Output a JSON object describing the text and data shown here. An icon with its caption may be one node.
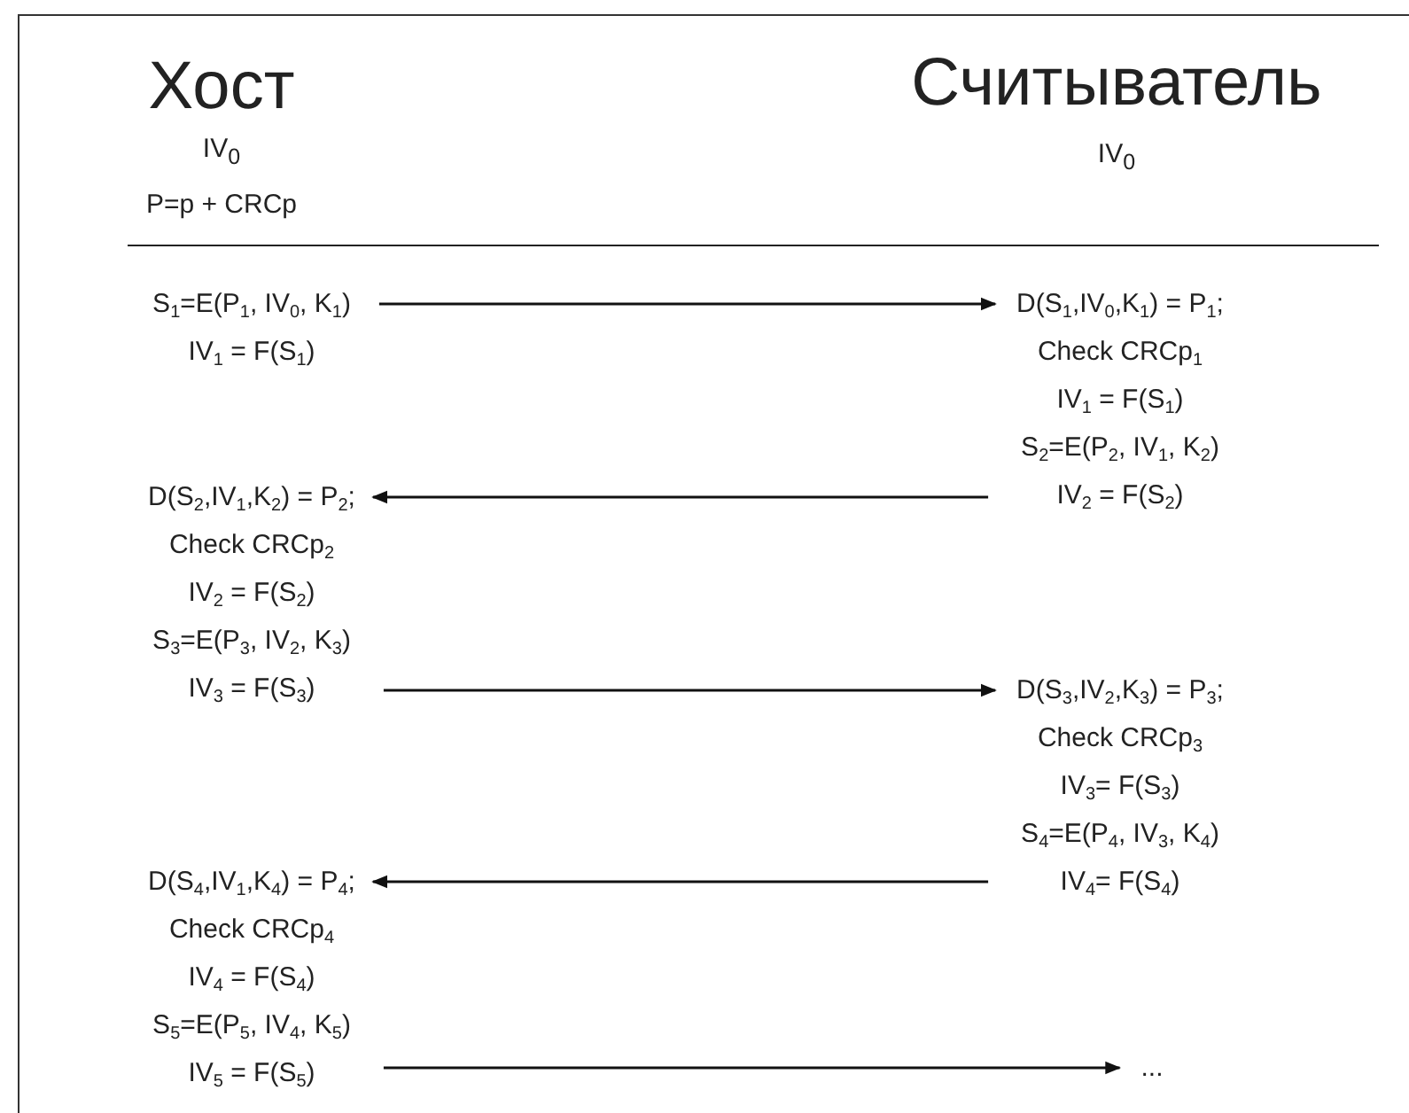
{
  "diagram": {
    "nodes": [
      {
        "text": [
          "S$_{1}$=E(P$_{1}$, IV$_{0}$, K$_{1}$)",
          "IV$_{1}$ = F(S$_{1}$)"
        ]
      },
      {
        "text": [
          "D(S$_{1}$,IV$_{0}$,K$_{1}$) = P$_{1}$;",
          "Check CRCp$_{1}$",
          "IV$_{1}$ = F(S$_{1}$)",
          "S$_{2}$=E(P$_{2}$, IV$_{1}$, K$_{2}$)",
          "IV$_{2}$ = F(S$_{2}$)"
        ]
      },
      {
        "text": [
          "D(S$_{2}$,IV$_{1}$,K$_{2}$) = P$_{2}$;",
          "Check CRCp$_{2}$",
          "IV$_{2}$ = F(S$_{2}$)",
          "S$_{3}$=E(P$_{3}$, IV$_{2}$, K$_{3}$)",
          "IV$_{3}$ = F(S$_{3}$)"
        ]
      },
      {
        "text": [
          "D(S$_{3}$,IV$_{2}$,K$_{3}$) = P$_{3}$;",
          "Check CRCp$_{3}$",
          "IV$_{3}$= F(S$_{3}$)",
          "S$_{4}$=E(P$_{4}$, IV$_{3}$, K$_{4}$)",
          "IV$_{4}$= F(S$_{4}$)"
        ]
      },
      {
        "text": [
          "D(S$_{4}$,IV$_{1}$,K$_{4}$) = P$_{4}$;",
          "Check CRCp$_{4}$",
          "IV$_{4}$ = F(S$_{4}$)",
          "S$_{5}$=E(P$_{5}$, IV$_{4}$, K$_{5}$)",
          "IV$_{5}$ = F(S$_{5}$)"
        ]
      },
      {
        "text": [
          "..."
        ]
      }
    ],
    "edges": [
      {
        "from": 0,
        "to": 1,
        "arrow": "to"
      },
      {
        "from": 1,
        "to": 2,
        "arrow": "to"
      },
      {
        "from": 2,
        "to": 3,
        "arrow": "to"
      },
      {
        "from": 3,
        "to": 4,
        "arrow": "to"
      },
      {
        "from": 4,
        "to": 5,
        "arrow": "to"
      }
    ],
    "labels": [
      "Хост",
      "Считыватель",
      "IV$_{0}$",
      "IV$_{0}$",
      "P=p + CRCp"
    ]
  }
}
